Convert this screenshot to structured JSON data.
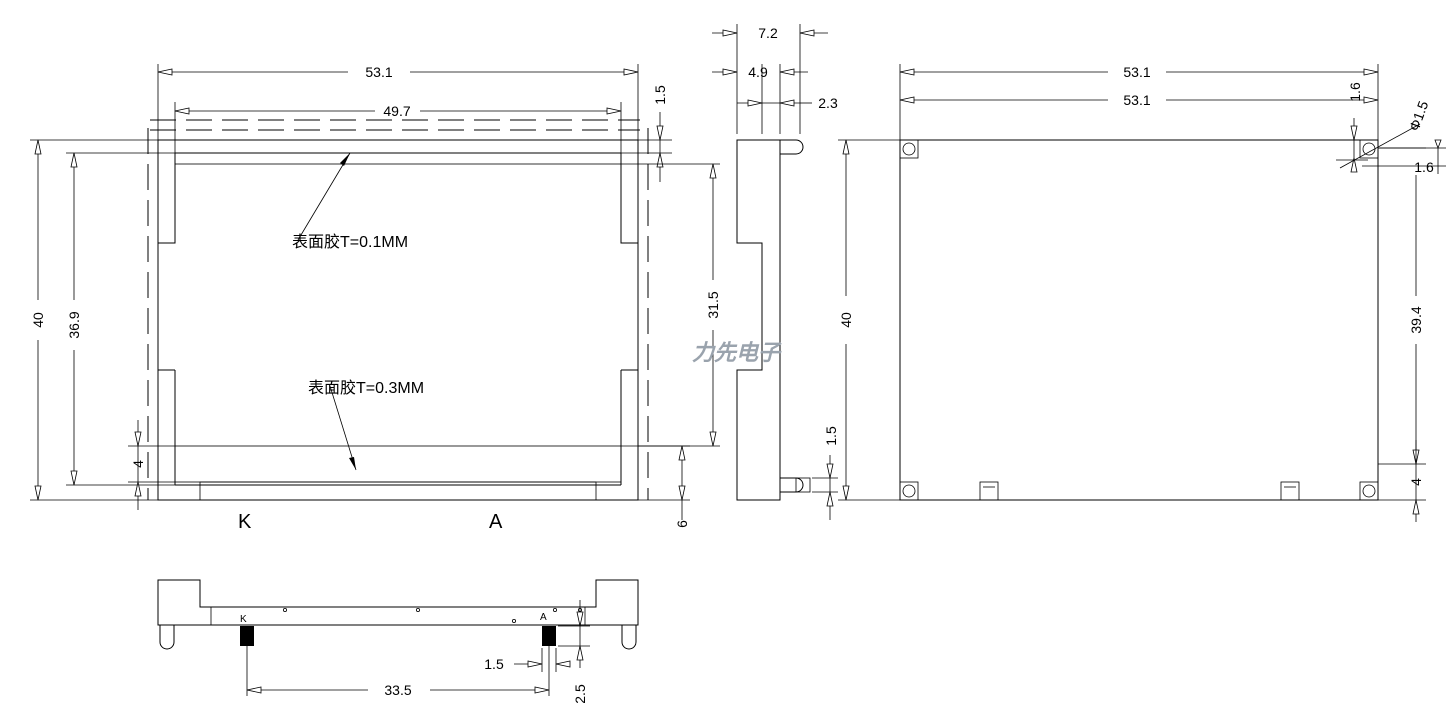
{
  "watermark": "力先电子",
  "front": {
    "width": "53.1",
    "inner_width": "49.7",
    "top_gap": "1.5",
    "height": "40",
    "inner_height": "36.9",
    "active_height": "31.5",
    "bottom_offset": "4",
    "bottom_band": "6",
    "note_top": "表面胶T=0.1MM",
    "note_bottom": "表面胶T=0.3MM",
    "pin_k": "K",
    "pin_a": "A"
  },
  "side": {
    "total": "7.2",
    "body": "4.9",
    "pin": "2.3",
    "pin_height": "1.5"
  },
  "back": {
    "width_top": "53.1",
    "width_second": "53.1",
    "hole_offset_top": "1.6",
    "hole_dia": "Φ1.5",
    "hole_offset_right": "1.6",
    "height": "40",
    "right_height": "39.4",
    "bottom_offset": "4"
  },
  "bottom": {
    "pin_k": "K",
    "pin_a": "A",
    "pin_pitch": "33.5",
    "pin_width": "1.5",
    "pin_length": "2.5"
  }
}
